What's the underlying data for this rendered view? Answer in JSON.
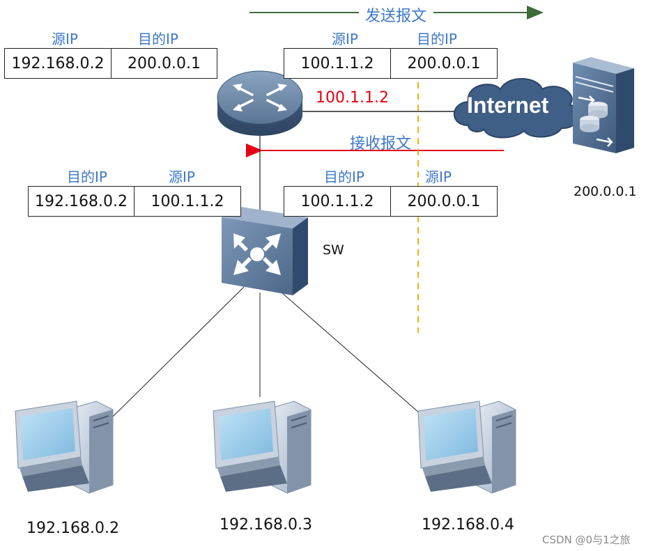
{
  "arrows": {
    "send_label": "发送报文",
    "receive_label": "接收报文",
    "send_color": "#3e6b3a",
    "receive_color": "#e60012"
  },
  "router": {
    "wan_ip": "100.1.1.2",
    "wan_ip_color": "#e60012"
  },
  "internet": {
    "label": "Internet"
  },
  "server": {
    "ip": "200.0.0.1"
  },
  "switch": {
    "label": "SW"
  },
  "tables": {
    "lan_send": {
      "headers": [
        "源IP",
        "目的IP"
      ],
      "values": [
        "192.168.0.2",
        "200.0.0.1"
      ]
    },
    "wan_send": {
      "headers": [
        "源IP",
        "目的IP"
      ],
      "values": [
        "100.1.1.2",
        "200.0.0.1"
      ]
    },
    "lan_receive": {
      "headers": [
        "目的IP",
        "源IP"
      ],
      "values": [
        "192.168.0.2",
        "100.1.1.2"
      ]
    },
    "wan_receive": {
      "headers": [
        "目的IP",
        "源IP"
      ],
      "values": [
        "100.1.1.2",
        "200.0.0.1"
      ]
    }
  },
  "hosts": [
    {
      "ip": "192.168.0.2"
    },
    {
      "ip": "192.168.0.3"
    },
    {
      "ip": "192.168.0.4"
    }
  ],
  "watermark": "CSDN @0与1之旅",
  "colors": {
    "header_text": "#3c78c8",
    "device_blue": "#5b7a9e",
    "dashed_line": "#f0b400"
  }
}
